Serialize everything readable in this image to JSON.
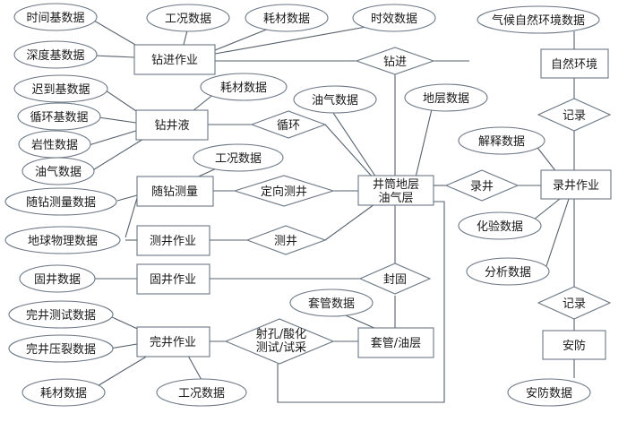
{
  "entities": {
    "drilling": "钻进作业",
    "fluid": "钻井液",
    "mwd": "随钻测量",
    "logging_op": "测井作业",
    "cementing": "固井作业",
    "completion": "完井作业",
    "center_line1": "井筒地层",
    "center_line2": "油气层",
    "casing": "套管/油层",
    "environment": "自然环境",
    "mud_logging": "录井作业",
    "safety": "安防"
  },
  "relationships": {
    "drill": "钻进",
    "circulate": "循环",
    "directional": "定向测井",
    "log": "测井",
    "cement": "封固",
    "perf_line1": "射孔/酸化",
    "perf_line2": "测试/试采",
    "mudlog": "录井",
    "record_top": "记录",
    "record_bottom": "记录"
  },
  "attributes": {
    "time_base": "时间基数据",
    "work_cond_1": "工况数据",
    "consumable_1": "耗材数据",
    "timeliness": "时效数据",
    "depth_base": "深度基数据",
    "lag_base": "迟到基数据",
    "consumable_2": "耗材数据",
    "circ_base": "循环基数据",
    "lithology": "岩性数据",
    "oil_gas_1": "油气数据",
    "oil_gas_2": "油气数据",
    "formation": "地层数据",
    "work_cond_2": "工况数据",
    "mwd_data": "随钻测量数据",
    "geophysics": "地球物理数据",
    "cement_data": "固井数据",
    "casing_data": "套管数据",
    "completion_test": "完井测试数据",
    "completion_frac": "完井压裂数据",
    "consumable_3": "耗材数据",
    "work_cond_3": "工况数据",
    "climate": "气候自然环境数据",
    "interpretation": "解释数据",
    "lab": "化验数据",
    "analysis": "分析数据",
    "safety_data": "安防数据"
  }
}
